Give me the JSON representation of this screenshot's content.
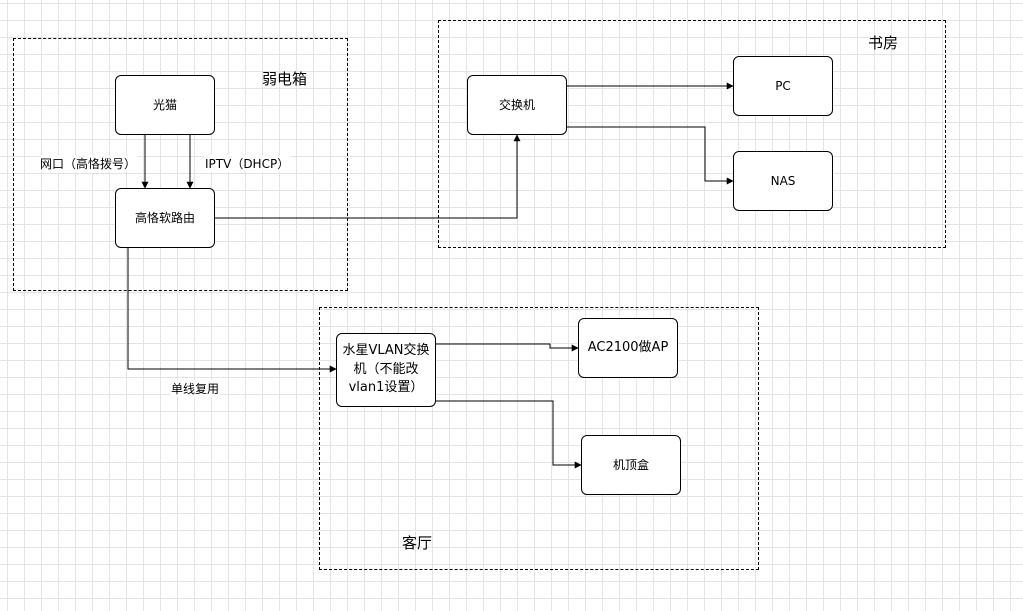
{
  "groups": {
    "weak_box": "弱电箱",
    "study": "书房",
    "living": "客厅"
  },
  "nodes": {
    "modem": "光猫",
    "router": "高恪软路由",
    "switch": "交换机",
    "pc": "PC",
    "nas": "NAS",
    "vlan_switch": "水星VLAN交换机（不能改vlan1设置）",
    "ap": "AC2100做AP",
    "stb": "机顶盒"
  },
  "edge_labels": {
    "wan": "网口（高恪拨号）",
    "iptv": "IPTV（DHCP）",
    "single_line": "单线复用"
  }
}
